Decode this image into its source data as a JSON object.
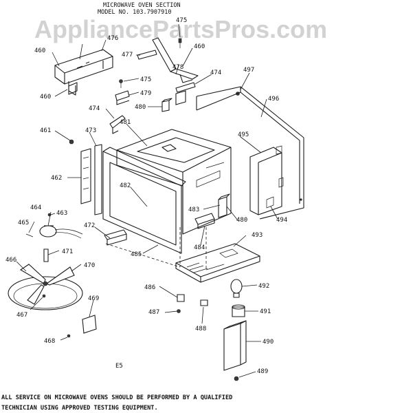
{
  "header": {
    "line1": "MICROWAVE OVEN SECTION",
    "line2": "MODEL NO. 103.7907910"
  },
  "watermark": "AppliancePartsPros.com",
  "footer": {
    "line1": "ALL SERVICE ON MICROWAVE OVENS SHOULD BE PERFORMED BY A QUALIFIED",
    "line2": "TECHNICIAN USING APPROVED TESTING EQUIPMENT."
  },
  "page_code": "E5",
  "callouts": [
    "475",
    "460",
    "476",
    "477",
    "478",
    "474",
    "497",
    "479",
    "496",
    "480",
    "461",
    "473",
    "481",
    "495",
    "462",
    "482",
    "464",
    "463",
    "483",
    "494",
    "465",
    "472",
    "484",
    "493",
    "471",
    "466",
    "470",
    "485",
    "486",
    "492",
    "469",
    "491",
    "467",
    "487",
    "488",
    "490",
    "468",
    "489"
  ]
}
